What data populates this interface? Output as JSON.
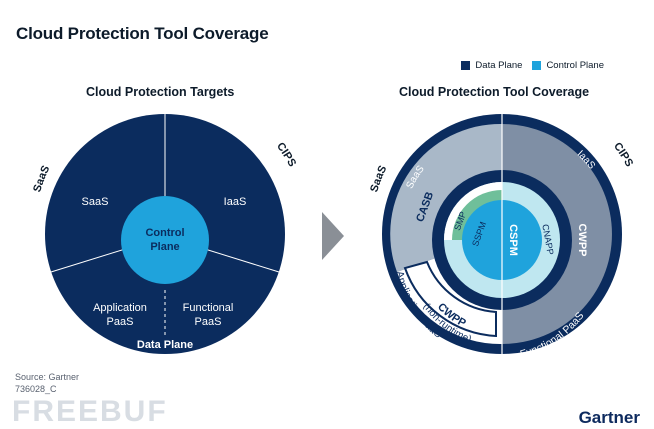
{
  "page": {
    "title": "Cloud Protection Tool Coverage",
    "source": "Source: Gartner",
    "code": "736028_C",
    "watermark": "FREEBUF",
    "logo": "Gartner"
  },
  "legend": [
    {
      "label": "Data Plane",
      "color": "#0b2c5e"
    },
    {
      "label": "Control Plane",
      "color": "#1fa3dc"
    }
  ],
  "left_diagram": {
    "title": "Cloud Protection Targets",
    "outer_labels": {
      "saas": "SaaS",
      "cips": "CIPS"
    },
    "center_line1": "Control",
    "center_line2": "Plane",
    "quadrants": {
      "saas": "SaaS",
      "iaas": "IaaS",
      "app_paas_line1": "Application",
      "app_paas_line2": "PaaS",
      "func_paas_line1": "Functional",
      "func_paas_line2": "PaaS"
    },
    "bottom_label": "Data Plane"
  },
  "arrow_icon": "chevron-right",
  "right_diagram": {
    "title": "Cloud Protection Tool Coverage",
    "outer_labels": {
      "saas": "SaaS",
      "cips": "CIPS"
    },
    "ring_labels": {
      "saas": "SaaS",
      "iaas": "IaaS",
      "app_paas": "Application PaaS",
      "func_paas": "Functional PaaS"
    },
    "tools": {
      "casb": "CASB",
      "cwpp": "CWPP",
      "cwpp_nonruntime_line1": "CWPP",
      "cwpp_nonruntime_line2": "(non-runtime)",
      "smp": "SMP",
      "sspm": "SSPM",
      "cspm": "CSPM",
      "cnapp": "CNAPP"
    }
  },
  "colors": {
    "navy": "#0b2c5e",
    "control_plane": "#1fa3dc",
    "casb_gray": "#a9b8c8",
    "cwpp_gray": "#7f8fa5",
    "cnapp_light": "#bfe7f0",
    "sspm_green": "#6fbf9a"
  }
}
